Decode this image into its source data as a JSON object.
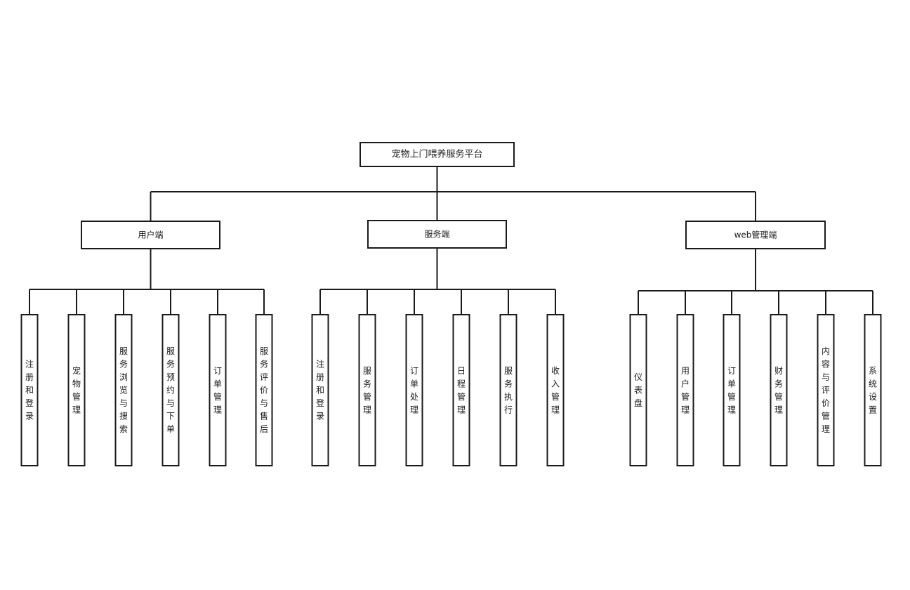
{
  "root": {
    "label": "宠物上门喂养服务平台"
  },
  "branches": [
    {
      "label": "用户端",
      "modules": [
        "注册和登录",
        "宠物管理",
        "服务浏览与搜索",
        "服务预约与下单",
        "订单管理",
        "服务评价与售后"
      ]
    },
    {
      "label": "服务端",
      "modules": [
        "注册和登录",
        "服务管理",
        "订单处理",
        "日程管理",
        "服务执行",
        "收入管理"
      ]
    },
    {
      "label": "web管理端",
      "modules": [
        "仪表盘",
        "用户管理",
        "订单管理",
        "财务管理",
        "内容与评价管理",
        "系统设置"
      ]
    }
  ],
  "colors": {
    "stroke": "#1a1a1a",
    "fill": "#ffffff",
    "text": "#1a1a1a"
  }
}
